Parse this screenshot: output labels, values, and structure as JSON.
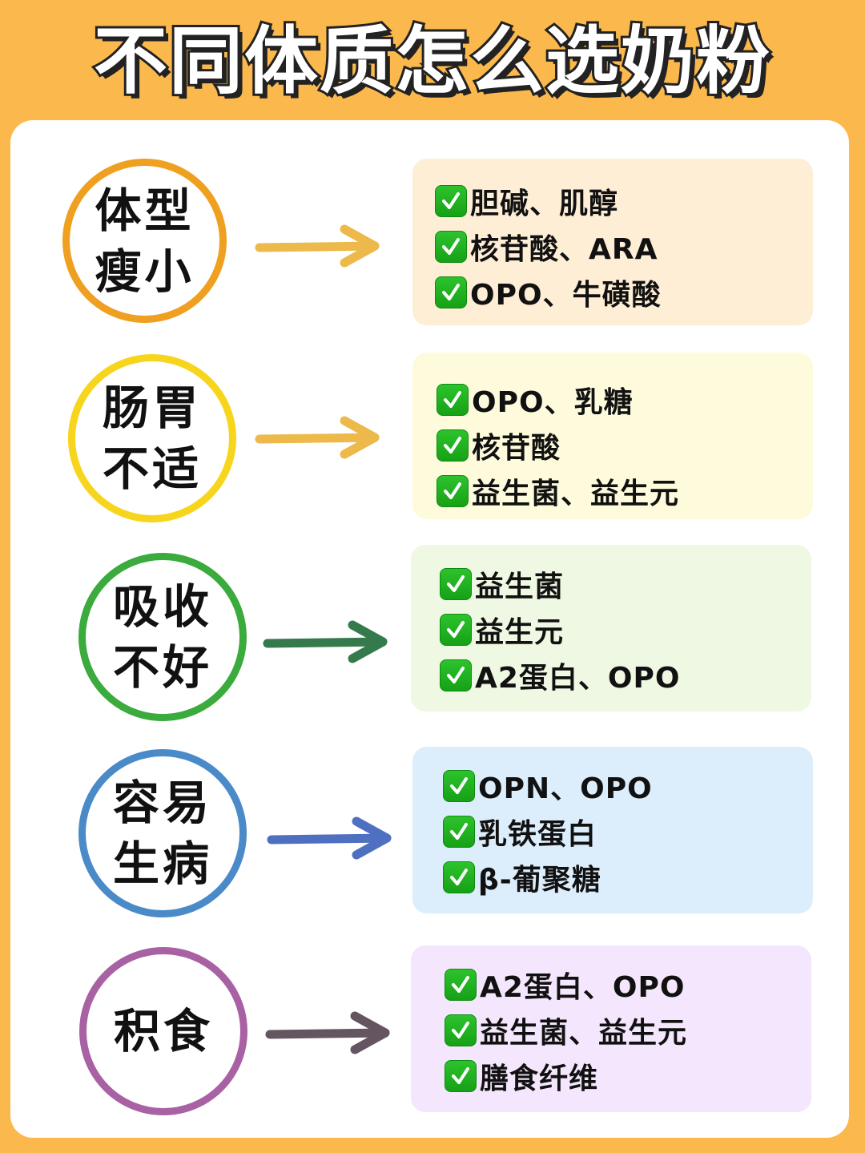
{
  "title": "不同体质怎么选奶粉",
  "colors": {
    "background": "#fbb84d",
    "card": "#ffffff",
    "check": "#16a116"
  },
  "rows": [
    {
      "label_line1": "体型",
      "label_line2": "瘦小",
      "ring_color": "#f0a020",
      "arrow_color": "#ecb94a",
      "box_color": "#fdeed5",
      "items": [
        "胆碱、肌醇",
        "核苷酸、ARA",
        "OPO、牛磺酸"
      ]
    },
    {
      "label_line1": "肠胃",
      "label_line2": "不适",
      "ring_color": "#f7d51c",
      "arrow_color": "#ecb94a",
      "box_color": "#fefbdc",
      "items": [
        "OPO、乳糖",
        "核苷酸",
        "益生菌、益生元"
      ]
    },
    {
      "label_line1": "吸收",
      "label_line2": "不好",
      "ring_color": "#3aab3c",
      "arrow_color": "#357a4c",
      "box_color": "#eff8e2",
      "items": [
        "益生菌",
        "益生元",
        "A2蛋白、OPO"
      ]
    },
    {
      "label_line1": "容易",
      "label_line2": "生病",
      "ring_color": "#4a8ac8",
      "arrow_color": "#4f6fc0",
      "box_color": "#dcedfb",
      "items": [
        "OPN、OPO",
        "乳铁蛋白",
        " β-葡聚糖"
      ]
    },
    {
      "label_line1": "积食",
      "label_line2": "",
      "ring_color": "#a862a4",
      "arrow_color": "#645560",
      "box_color": "#f4e6fc",
      "items": [
        "A2蛋白、OPO",
        "益生菌、益生元",
        " 膳食纤维"
      ]
    }
  ],
  "icons": {
    "check": "check-mark-button-icon",
    "arrow": "right-arrow-icon"
  }
}
